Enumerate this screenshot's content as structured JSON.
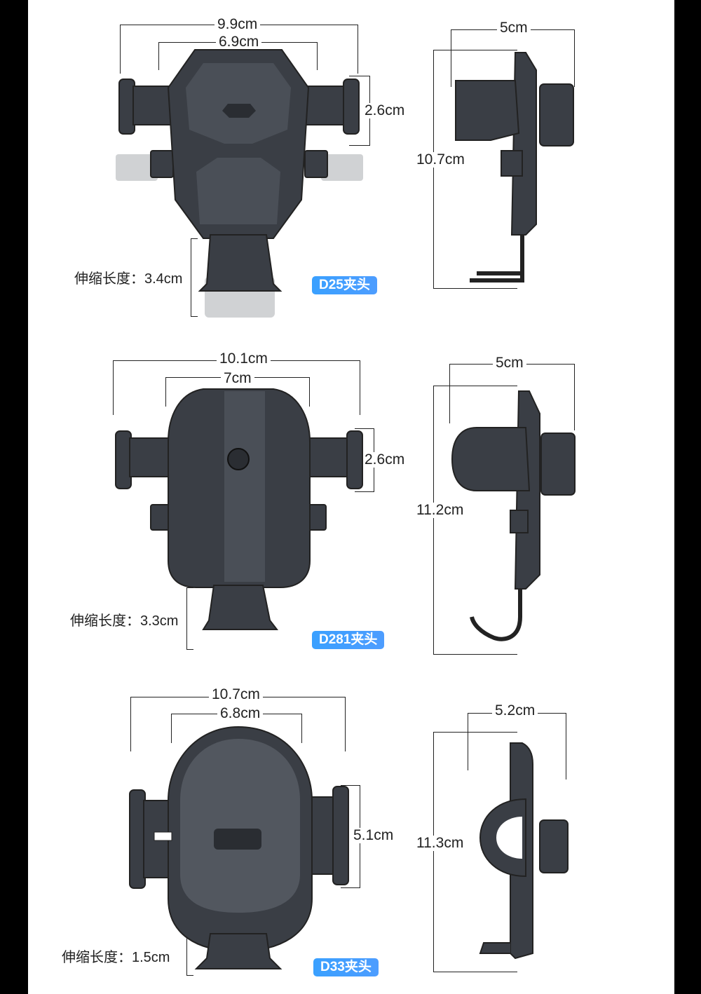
{
  "sections": [
    {
      "front": {
        "outer_width": "9.9cm",
        "inner_width": "6.9cm",
        "grip_height": "2.6cm",
        "extend_label": "伸缩长度：3.4cm",
        "model": "D25夹头"
      },
      "side": {
        "depth": "5cm",
        "height": "10.7cm"
      }
    },
    {
      "front": {
        "outer_width": "10.1cm",
        "inner_width": "7cm",
        "grip_height": "2.6cm",
        "extend_label": "伸缩长度：3.3cm",
        "model": "D281夹头"
      },
      "side": {
        "depth": "5cm",
        "height": "11.2cm"
      }
    },
    {
      "front": {
        "outer_width": "10.7cm",
        "inner_width": "6.8cm",
        "grip_height": "5.1cm",
        "extend_label": "伸缩长度：1.5cm",
        "model": "D33夹头"
      },
      "side": {
        "depth": "5.2cm",
        "height": "11.3cm"
      }
    }
  ],
  "colors": {
    "background": "#ffffff",
    "frame": "#000000",
    "badge": "#3aa0ff",
    "product": "#2c3036"
  }
}
